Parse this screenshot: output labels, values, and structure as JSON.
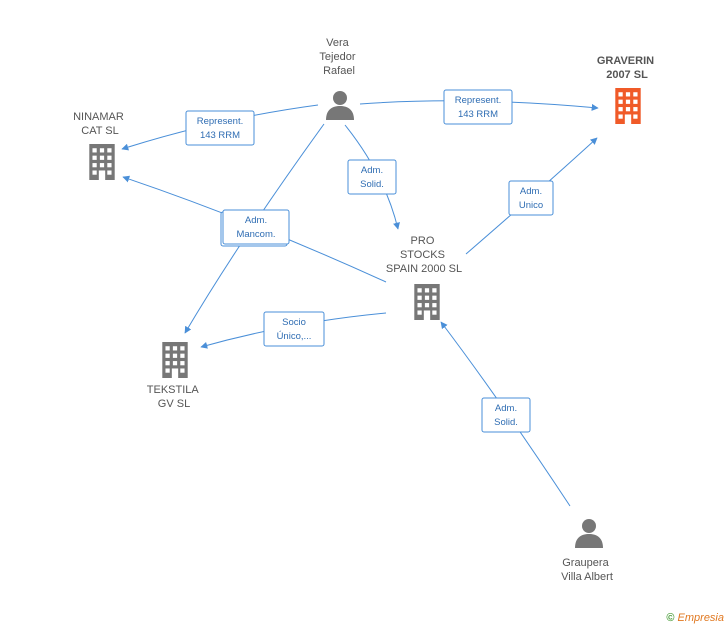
{
  "nodes": {
    "vera": {
      "kind": "person",
      "lines": [
        "Vera",
        "Tejedor",
        "Rafael"
      ]
    },
    "graverin": {
      "kind": "company-main",
      "lines": [
        "GRAVERIN",
        "2007  SL"
      ]
    },
    "ninamar": {
      "kind": "company",
      "lines": [
        "NINAMAR",
        "CAT  SL"
      ]
    },
    "pro": {
      "kind": "company",
      "lines": [
        "PRO",
        "STOCKS",
        "SPAIN 2000 SL"
      ]
    },
    "tekstila": {
      "kind": "company",
      "lines": [
        "TEKSTILA",
        "GV  SL"
      ]
    },
    "graupera": {
      "kind": "person",
      "lines": [
        "Graupera",
        "Villa Albert"
      ]
    }
  },
  "edges": [
    {
      "id": "vera-graverin",
      "lines": [
        "Represent.",
        "143 RRM"
      ]
    },
    {
      "id": "vera-ninamar",
      "lines": [
        "Represent.",
        "143 RRM"
      ]
    },
    {
      "id": "vera-pro",
      "lines": [
        "Adm.",
        "Solid."
      ]
    },
    {
      "id": "mancom",
      "lines": [
        "Adm.",
        "Mancom."
      ]
    },
    {
      "id": "pro-graverin",
      "lines": [
        "Adm.",
        "Unico"
      ]
    },
    {
      "id": "pro-tekstila",
      "lines": [
        "Socio",
        "Único,..."
      ]
    },
    {
      "id": "graupera-pro",
      "lines": [
        "Adm.",
        "Solid."
      ]
    }
  ],
  "colors": {
    "edge": "#4a8fd8",
    "node": "#777777",
    "main": "#f05a28"
  },
  "footer": {
    "copyright": "©",
    "brand": "mpresia",
    "brand_initial": "E"
  }
}
